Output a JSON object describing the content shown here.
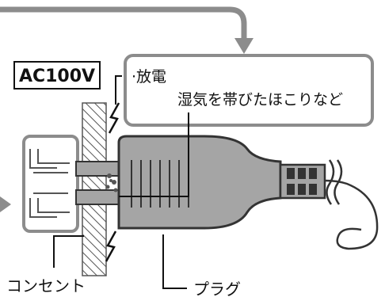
{
  "voltage_label": "AC100V",
  "callout": {
    "line1": "·放電",
    "line2": "湿気を帯びたほこりなど"
  },
  "labels": {
    "outlet": "コンセント",
    "plug": "プラグ"
  },
  "colors": {
    "gray": "#8c8c8c",
    "dark": "#2a2a2a",
    "plug_fill": "#a5a5a5",
    "outlet_fill": "#ffffff"
  }
}
